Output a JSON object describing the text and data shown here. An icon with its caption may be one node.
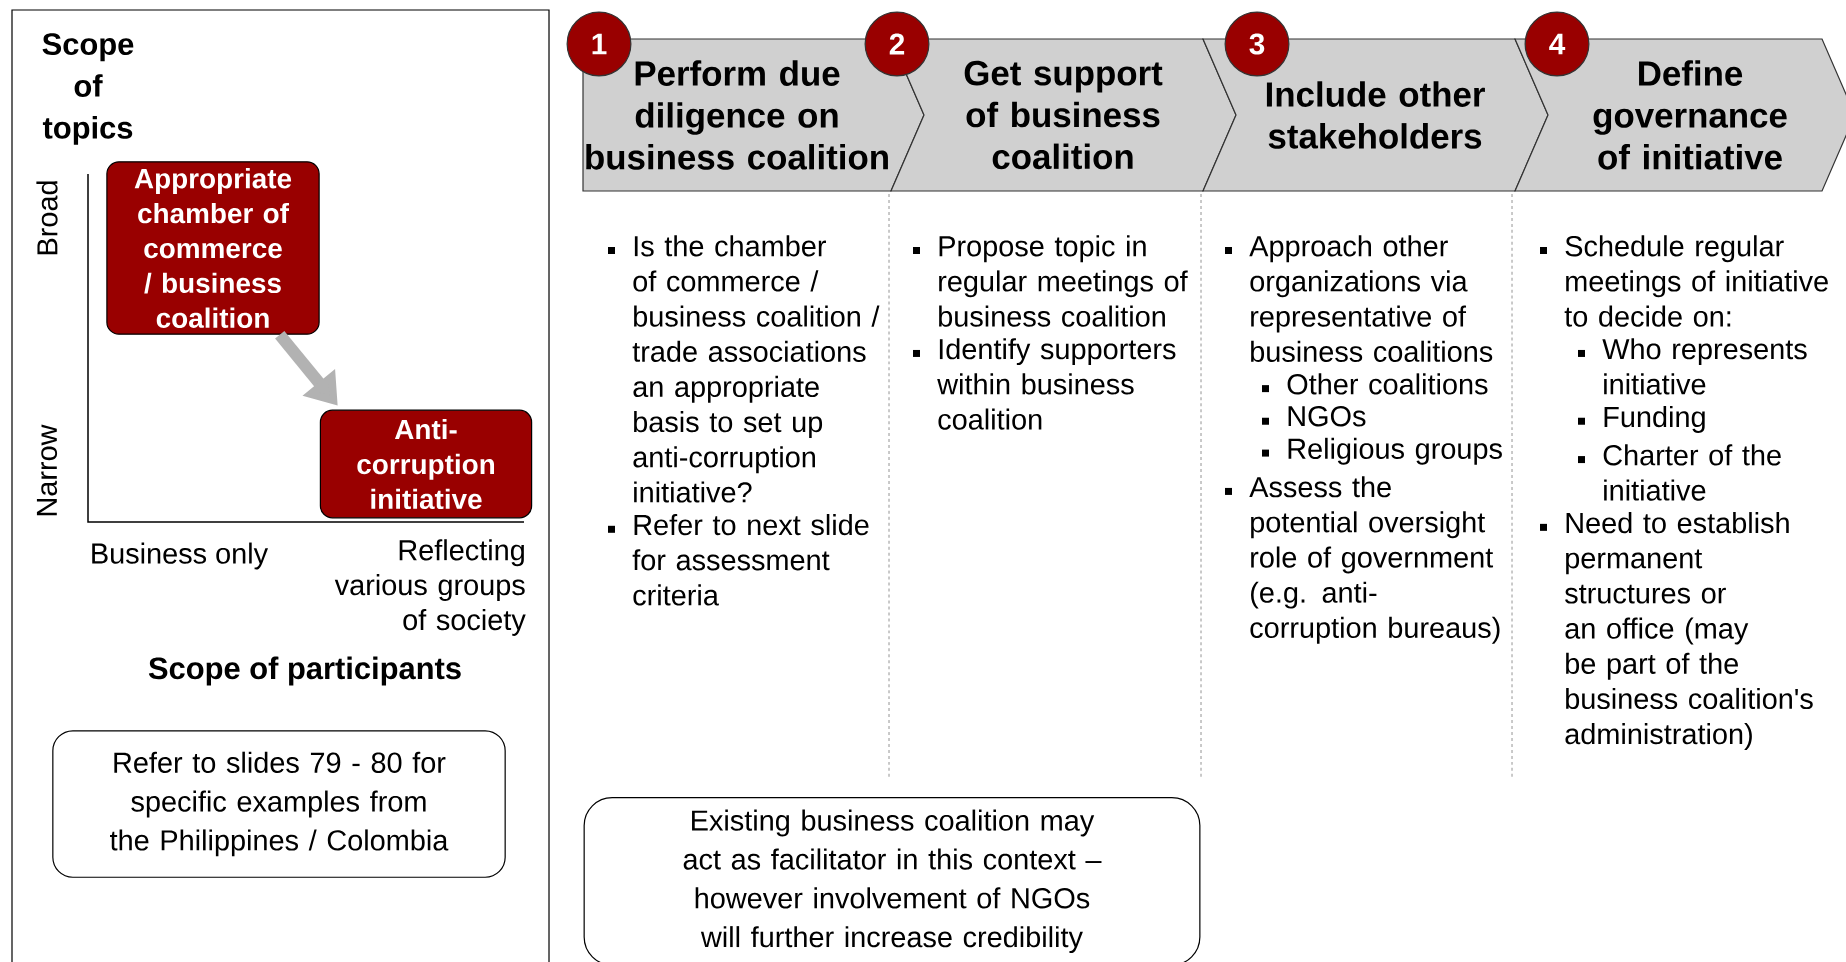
{
  "diagram": {
    "nodes": [
      {
        "text": [
          "Appropriate chamber of commerce / business coalition"
        ]
      },
      {
        "text": [
          "Anti-corruption initiative"
        ]
      },
      {
        "text": [
          "Refer to slides 79 - 80 for specific examples from the Philippines / Colombia"
        ]
      },
      {
        "text": [
          "1"
        ]
      },
      {
        "text": [
          "Perform due diligence on business coalition"
        ],
        "beside": [
          "Is the chamber of commerce / business coalition / trade associations an appropriate basis to set up anti-corruption initiative?",
          "Refer to next slide for assessment criteria"
        ]
      },
      {
        "text": [
          "2"
        ]
      },
      {
        "text": [
          "Get support of business coalition"
        ],
        "beside": [
          "Propose topic in regular meetings of business coalition",
          "Identify supporters within business coalition"
        ]
      },
      {
        "text": [
          "3"
        ]
      },
      {
        "text": [
          "Include other stakeholders"
        ],
        "beside": [
          "Approach other organizations via representative of business coalitions",
          "Other coalitions",
          "NGOs",
          "Religious groups",
          "Assess the potential oversight role of government (e.g. anti-corruption bureaus)"
        ]
      },
      {
        "text": [
          "4"
        ]
      },
      {
        "text": [
          "Define governance of initiative"
        ],
        "beside": [
          "Schedule regular meetings of initiative to decide on:",
          "Who represents initiative",
          "Funding",
          "Charter of the initiative",
          "Need to establish permanent structures or an office (may be part of the business coalition's administration)"
        ]
      },
      {
        "text": [
          "Existing business coalition may act as facilitator in this context – however involvement of NGOs will further increase credibility"
        ]
      }
    ],
    "edges": [
      {
        "from": 0,
        "to": 1,
        "arrow": "to"
      }
    ],
    "labels": [
      "Scope of topics",
      "Broad",
      "Narrow",
      "Business only",
      "Reflecting various groups of society",
      "Scope of participants"
    ]
  }
}
